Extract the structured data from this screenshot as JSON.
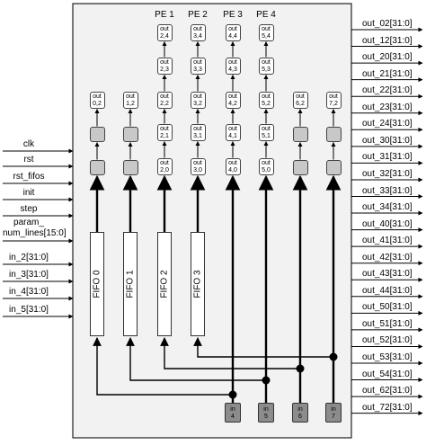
{
  "pe_labels": [
    "PE 1",
    "PE 2",
    "PE 3",
    "PE 4"
  ],
  "inputs": [
    "clk",
    "rst",
    "rst_fifos",
    "init",
    "step",
    "param_\nnum_lines[15:0]",
    "in_2[31:0]",
    "in_3[31:0]",
    "in_4[31:0]",
    "in_5[31:0]"
  ],
  "outputs": [
    "out_02[31:0]",
    "out_12[31:0]",
    "out_20[31:0]",
    "out_21[31:0]",
    "out_22[31:0]",
    "out_23[31:0]",
    "out_24[31:0]",
    "out_30[31:0]",
    "out_31[31:0]",
    "out_32[31:0]",
    "out_33[31:0]",
    "out_34[31:0]",
    "out_40[31:0]",
    "out_41[31:0]",
    "out_42[31:0]",
    "out_43[31:0]",
    "out_44[31:0]",
    "out_50[31:0]",
    "out_51[31:0]",
    "out_52[31:0]",
    "out_53[31:0]",
    "out_54[31:0]",
    "out_62[31:0]",
    "out_72[31:0]"
  ],
  "fifos": [
    "FIFO 0",
    "FIFO 1",
    "FIFO 2",
    "FIFO 3"
  ],
  "out_box_word": "out",
  "col0_outs": [
    "0,2"
  ],
  "col1_outs": [
    "1,2"
  ],
  "col2_outs": [
    "2,0",
    "2,1",
    "2,2",
    "2,3",
    "2,4"
  ],
  "col3_outs": [
    "3,0",
    "3,1",
    "3,2",
    "3,3",
    "3,4"
  ],
  "col4_outs": [
    "4,0",
    "4,1",
    "4,2",
    "4,3",
    "4,4"
  ],
  "col5_outs": [
    "5,0",
    "5,1",
    "5,2",
    "5,3",
    "5,4"
  ],
  "col6_outs": [
    "6,2"
  ],
  "col7_outs": [
    "7,2"
  ],
  "in_boxes": [
    {
      "word": "in",
      "idx": "4"
    },
    {
      "word": "in",
      "idx": "5"
    },
    {
      "word": "in",
      "idx": "6"
    },
    {
      "word": "in",
      "idx": "7"
    }
  ],
  "colors": {
    "block_bg": "#f2f2f2",
    "gray_box": "#c8c8c8",
    "in_box": "#8c8c8c",
    "line": "#000000"
  }
}
